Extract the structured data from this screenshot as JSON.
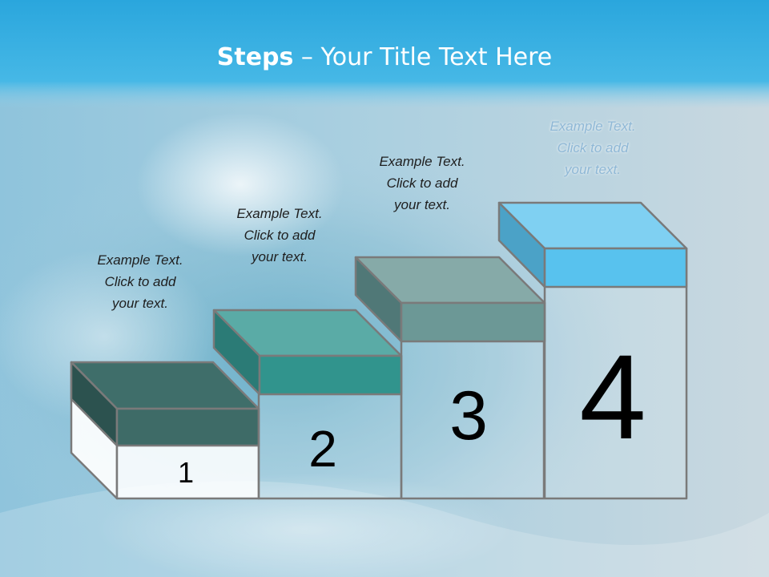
{
  "title": {
    "bold": "Steps",
    "rest": " – Your Title Text Here"
  },
  "steps": [
    {
      "number": "1",
      "lines": [
        "Example Text.",
        "Click  to add",
        "your text."
      ],
      "top_color": "#3f6e6a",
      "side_color": "#2c524f",
      "front_color": "#3e6b67"
    },
    {
      "number": "2",
      "lines": [
        "Example Text.",
        "Click  to add",
        "your text."
      ],
      "top_color": "#5aaba6",
      "side_color": "#2b7b76",
      "front_color": "#31948d"
    },
    {
      "number": "3",
      "lines": [
        "Example Text.",
        "Click  to add",
        "your text."
      ],
      "top_color": "#86aaa8",
      "side_color": "#507877",
      "front_color": "#6c9896"
    },
    {
      "number": "4",
      "lines": [
        "Example Text.",
        "Click  to add",
        "your text."
      ],
      "top_color": "#7fd0f2",
      "side_color": "#4ba2c7",
      "front_color": "#58c2ee"
    }
  ],
  "colors": {
    "title_bar": "#3fb3e3",
    "background": "#c4d6df",
    "step_outline": "#7a7a7a"
  }
}
